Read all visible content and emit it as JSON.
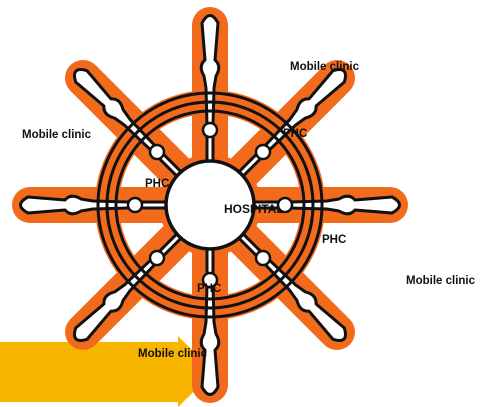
{
  "diagram": {
    "center_label": "HOSPITAL",
    "phc_labels": [
      "PHC",
      "PHC",
      "PHC",
      "PHC"
    ],
    "mobile_clinic_labels": [
      "Mobile clinic",
      "Mobile clinic",
      "Mobile clinic",
      "Mobile clinic"
    ]
  },
  "colors": {
    "outline": "#111111",
    "glow": "#f26a1b",
    "arrow": "#f7b500",
    "background": "#ffffff"
  }
}
